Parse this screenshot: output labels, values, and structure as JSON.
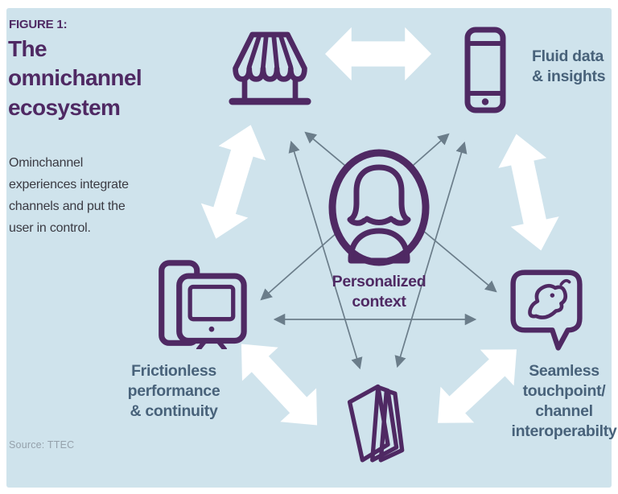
{
  "figure": {
    "label": "FIGURE 1:",
    "title": "The omnichannel ecosystem",
    "description": "Ominchannel experiences integrate channels and put the user in control.",
    "source": "Source: TTEC"
  },
  "center": {
    "icon": "person-icon",
    "lines": [
      "Personalized",
      "context"
    ]
  },
  "nodes": {
    "storefront": {
      "icon": "storefront-icon"
    },
    "smartphone": {
      "icon": "smartphone-icon",
      "lines": [
        "Fluid data",
        "& insights"
      ]
    },
    "chat": {
      "icon": "chat-ghost-icon",
      "lines": [
        "Seamless",
        "touchpoint/",
        "channel",
        "interoperabilty"
      ]
    },
    "brochure": {
      "icon": "brochure-icon"
    },
    "devices": {
      "icon": "devices-icon",
      "lines": [
        "Frictionless",
        "performance",
        "& continuity"
      ]
    }
  },
  "connections": {
    "outer_ring": "white double-headed arrows between adjacent channels",
    "inner_star": "thin gray double-headed arrows between non-adjacent channels"
  },
  "colors": {
    "panel_bg": "#cfe3ec",
    "purple": "#4f2963",
    "label_slate": "#48627a",
    "body_text": "#3a3a42",
    "arrow_gray": "#6b7d8a",
    "arrow_white": "#ffffff",
    "source_gray": "#95a1ab"
  }
}
